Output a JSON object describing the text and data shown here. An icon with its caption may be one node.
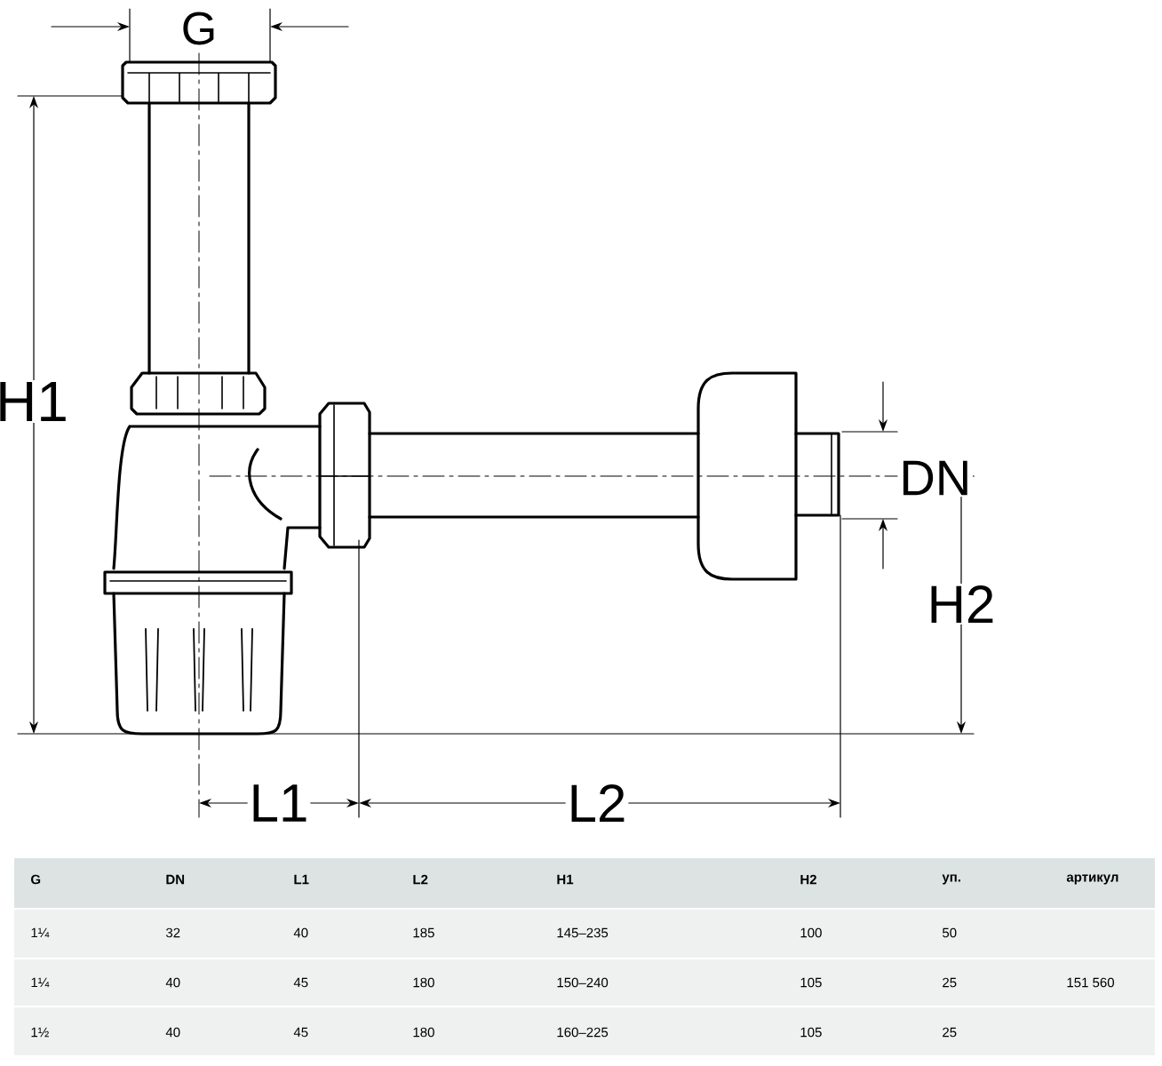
{
  "diagram": {
    "labels": [
      "G",
      "H1",
      "DN",
      "H2",
      "L1",
      "L2",
      "G",
      "DN",
      "L1",
      "L2",
      "H1",
      "H2",
      "уп.",
      "артикул",
      "1¼",
      "32",
      "40",
      "185",
      "145–235",
      "100",
      "50",
      "1¼",
      "40",
      "45",
      "180",
      "150–240",
      "105",
      "25",
      "151 560",
      "1½",
      "40",
      "45",
      "180",
      "160–225",
      "105",
      "25"
    ]
  }
}
